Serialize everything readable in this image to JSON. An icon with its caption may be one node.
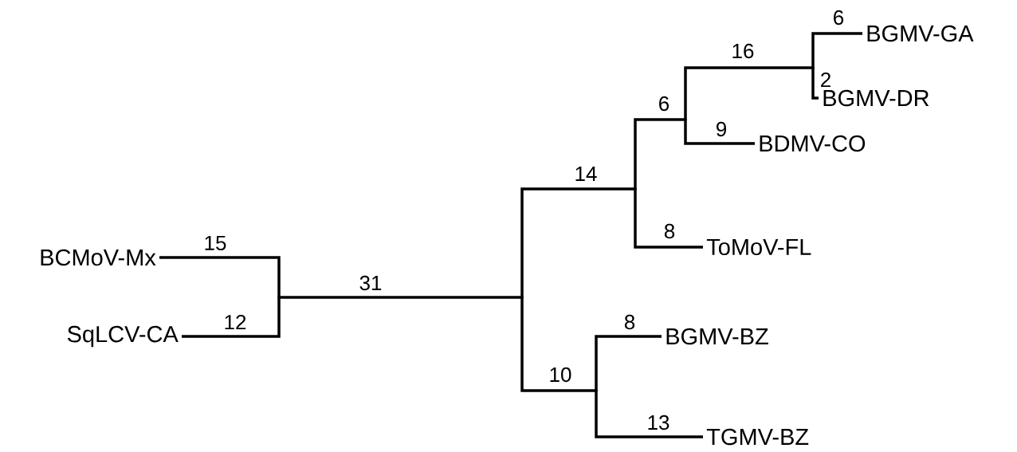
{
  "diagram": {
    "nodes": [
      {
        "text": [
          "BGMV-GA"
        ]
      },
      {
        "text": [
          "BGMV-DR"
        ]
      },
      {
        "text": [
          "BDMV-CO"
        ]
      },
      {
        "text": [
          "ToMoV-FL"
        ]
      },
      {
        "text": [
          "BCMoV-Mx"
        ]
      },
      {
        "text": [
          "SqLCV-CA"
        ]
      },
      {
        "text": [
          "BGMV-BZ"
        ]
      },
      {
        "text": [
          "TGMV-BZ"
        ]
      },
      {
        "text": [],
        "shape": "junction"
      },
      {
        "text": [],
        "shape": "junction"
      },
      {
        "text": [],
        "shape": "junction"
      },
      {
        "text": [],
        "shape": "junction"
      },
      {
        "text": [],
        "shape": "junction"
      },
      {
        "text": [],
        "shape": "junction"
      }
    ],
    "edges": [
      {
        "from": 8,
        "to": 4,
        "arrow": "none",
        "label": "15"
      },
      {
        "from": 8,
        "to": 5,
        "arrow": "none",
        "label": "12"
      },
      {
        "from": 8,
        "to": 9,
        "arrow": "none",
        "label": "31"
      },
      {
        "from": 9,
        "to": 10,
        "arrow": "none",
        "label": "14"
      },
      {
        "from": 9,
        "to": 13,
        "arrow": "none",
        "label": "10"
      },
      {
        "from": 10,
        "to": 11,
        "arrow": "none",
        "label": "6"
      },
      {
        "from": 10,
        "to": 3,
        "arrow": "none",
        "label": "8"
      },
      {
        "from": 11,
        "to": 12,
        "arrow": "none",
        "label": "16"
      },
      {
        "from": 11,
        "to": 2,
        "arrow": "none",
        "label": "9"
      },
      {
        "from": 12,
        "to": 0,
        "arrow": "none",
        "label": "6"
      },
      {
        "from": 12,
        "to": 1,
        "arrow": "none",
        "label": "2"
      },
      {
        "from": 13,
        "to": 6,
        "arrow": "none",
        "label": "8"
      },
      {
        "from": 13,
        "to": 7,
        "arrow": "none",
        "label": "13"
      }
    ]
  }
}
